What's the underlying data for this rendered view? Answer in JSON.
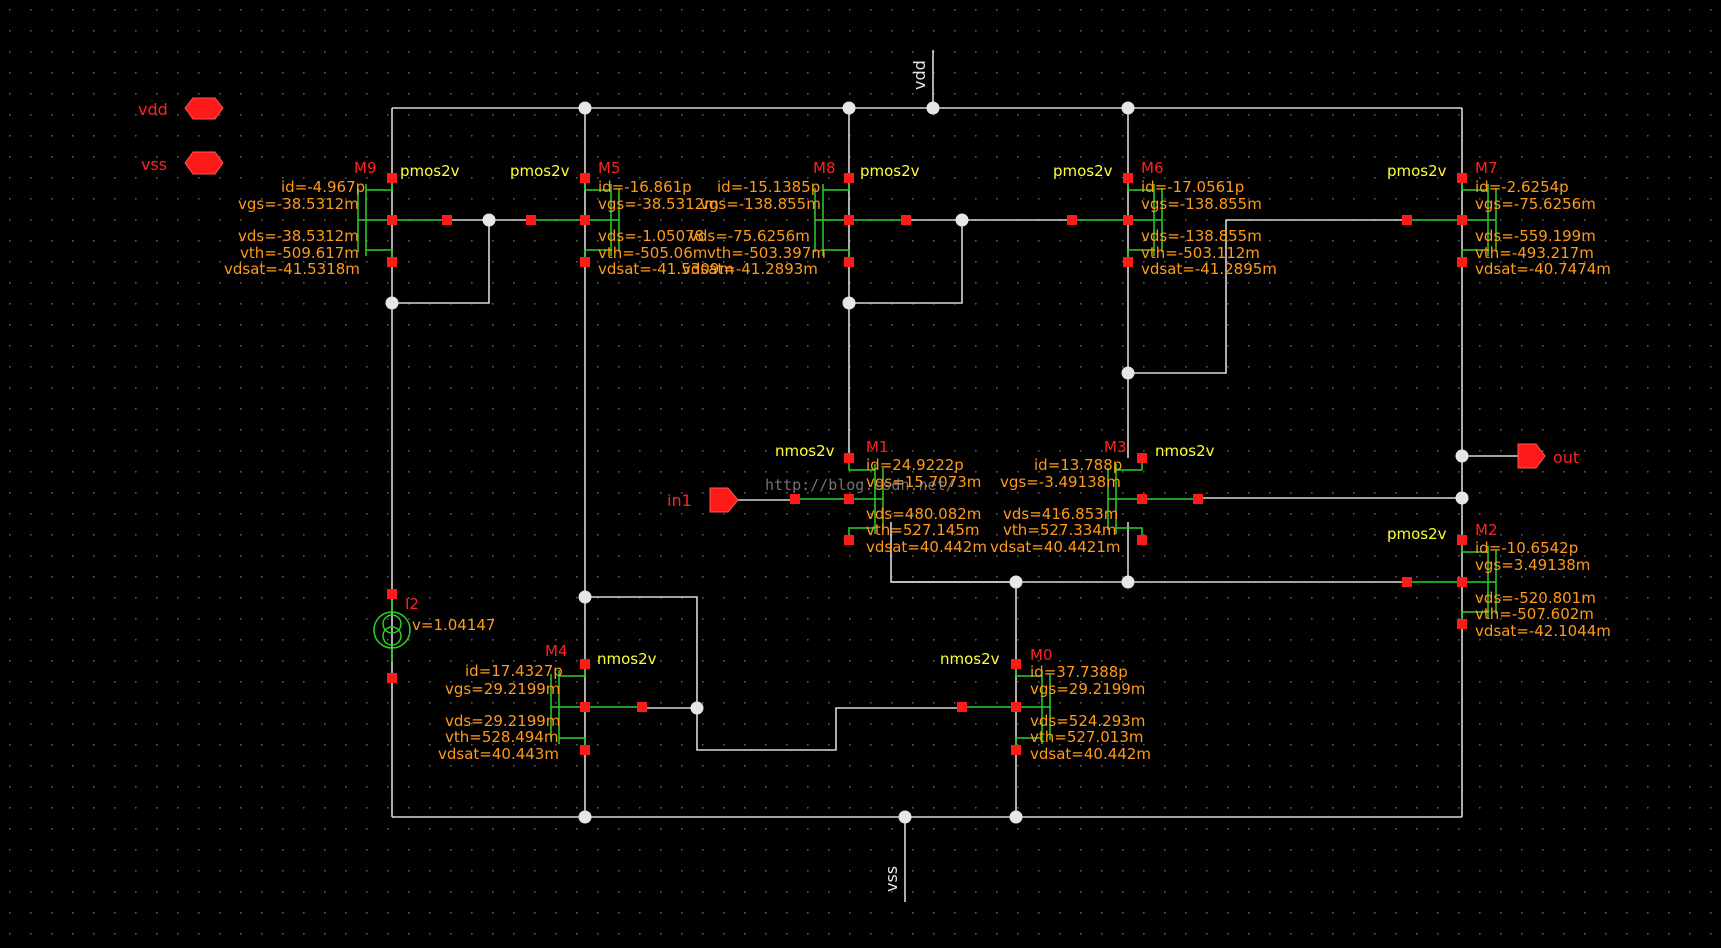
{
  "colors": {
    "background": "#000000",
    "wire": "#d8d8d8",
    "symbol": "#2bd02b",
    "pin": "#ff1a1a",
    "device_name": "#ff2222",
    "model": "#ffff33",
    "param": "#ff9a1a",
    "grid": "#5a5a5a"
  },
  "pins": {
    "vdd": "vdd",
    "vss": "vss",
    "in1": "in1",
    "out": "out"
  },
  "rails": {
    "top": "vdd",
    "bottom": "vss"
  },
  "watermark": "http://blog.csdn.net/",
  "devices": {
    "M9": {
      "name": "M9",
      "model": "pmos2v",
      "id": "id=-4.967p",
      "vgs": "vgs=-38.5312m",
      "vds": "vds=-38.5312m",
      "vth": "vth=-509.617m",
      "vdsat": "vdsat=-41.5318m"
    },
    "M5": {
      "name": "M5",
      "model": "pmos2v",
      "id": "id=-16.861p",
      "vgs": "vgs=-38.5312m",
      "vds": "vds=-1.05078",
      "vth": "vth=-505.06m",
      "vdsat": "vdsat=-41.5309m"
    },
    "M8": {
      "name": "M8",
      "model": "pmos2v",
      "id": "id=-15.1385p",
      "vgs": "vgs=-138.855m",
      "vds": "vds=-75.6256m",
      "vth": "vth=-503.397m",
      "vdsat": "vdsat=-41.2893m"
    },
    "M6": {
      "name": "M6",
      "model": "pmos2v",
      "id": "id=-17.0561p",
      "vgs": "vgs=-138.855m",
      "vds": "vds=-138.855m",
      "vth": "vth=-503.112m",
      "vdsat": "vdsat=-41.2895m"
    },
    "M7": {
      "name": "M7",
      "model": "pmos2v",
      "id": "id=-2.6254p",
      "vgs": "vgs=-75.6256m",
      "vds": "vds=-559.199m",
      "vth": "vth=-493.217m",
      "vdsat": "vdsat=-40.7474m"
    },
    "M1": {
      "name": "M1",
      "model": "nmos2v",
      "id": "id=24.9222p",
      "vgs": "vgs=15.7073m",
      "vds": "vds=480.082m",
      "vth": "vth=527.145m",
      "vdsat": "vdsat=40.442m"
    },
    "M3": {
      "name": "M3",
      "model": "nmos2v",
      "id": "id=13.788p",
      "vgs": "vgs=-3.49138m",
      "vds": "vds=416.853m",
      "vth": "vth=527.334m",
      "vdsat": "vdsat=40.4421m"
    },
    "M2": {
      "name": "M2",
      "model": "pmos2v",
      "id": "id=-10.6542p",
      "vgs": "vgs=3.49138m",
      "vds": "vds=-520.801m",
      "vth": "vth=-507.602m",
      "vdsat": "vdsat=-42.1044m"
    },
    "M4": {
      "name": "M4",
      "model": "nmos2v",
      "id": "id=17.4327p",
      "vgs": "vgs=29.2199m",
      "vds": "vds=29.2199m",
      "vth": "vth=528.494m",
      "vdsat": "vdsat=40.443m"
    },
    "M0": {
      "name": "M0",
      "model": "nmos2v",
      "id": "id=37.7388p",
      "vgs": "vgs=29.2199m",
      "vds": "vds=524.293m",
      "vth": "vth=527.013m",
      "vdsat": "vdsat=40.442m"
    },
    "I2": {
      "name": "I2",
      "v": "v=1.04147"
    }
  }
}
